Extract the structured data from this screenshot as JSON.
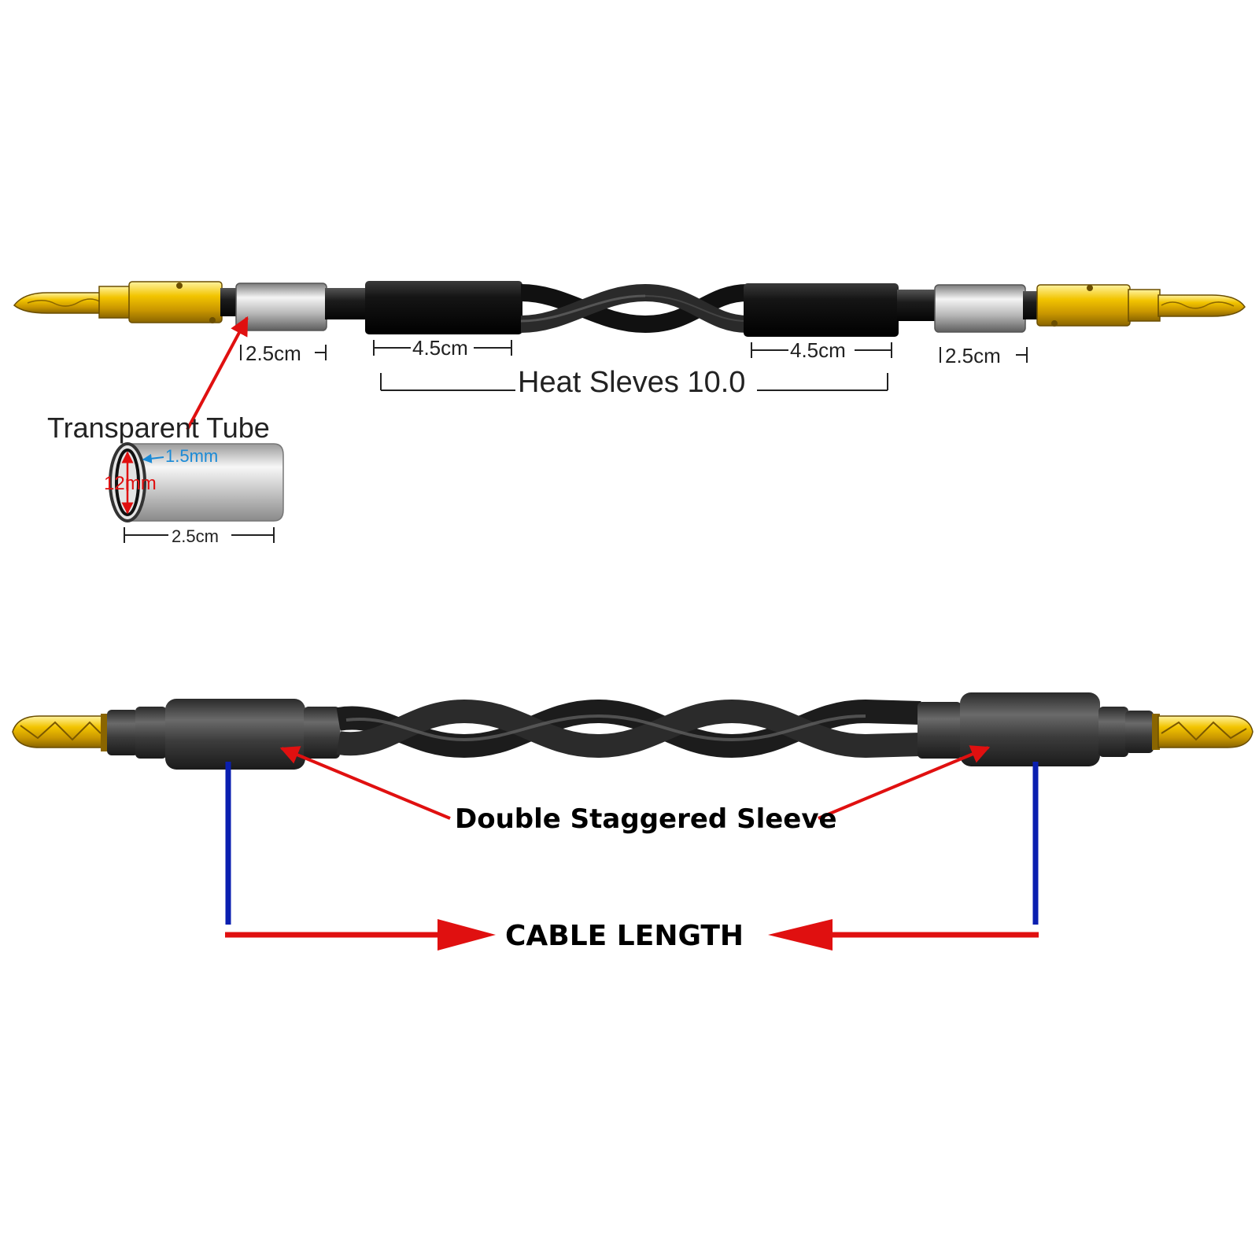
{
  "top_cable": {
    "left_tube_dim": "2.5cm",
    "left_sleeve_dim": "4.5cm",
    "right_sleeve_dim": "4.5cm",
    "right_tube_dim": "2.5cm",
    "heat_sleeves_label": "Heat Sleves 10.0"
  },
  "transparent_tube": {
    "title": "Transparent Tube",
    "wall_thickness": "1.5mm",
    "diameter": "12mm",
    "length": "2.5cm"
  },
  "bottom_cable": {
    "sleeve_label": "Double Staggered Sleeve",
    "length_label": "CABLE LENGTH"
  },
  "colors": {
    "gold": "#e8b800",
    "silver": "#c8c8c8",
    "black_sleeve": "#1a1a1a",
    "arrow_red": "#e01010",
    "bracket_blue": "#0a1fb0",
    "dim_blue": "#1a8ad6"
  }
}
